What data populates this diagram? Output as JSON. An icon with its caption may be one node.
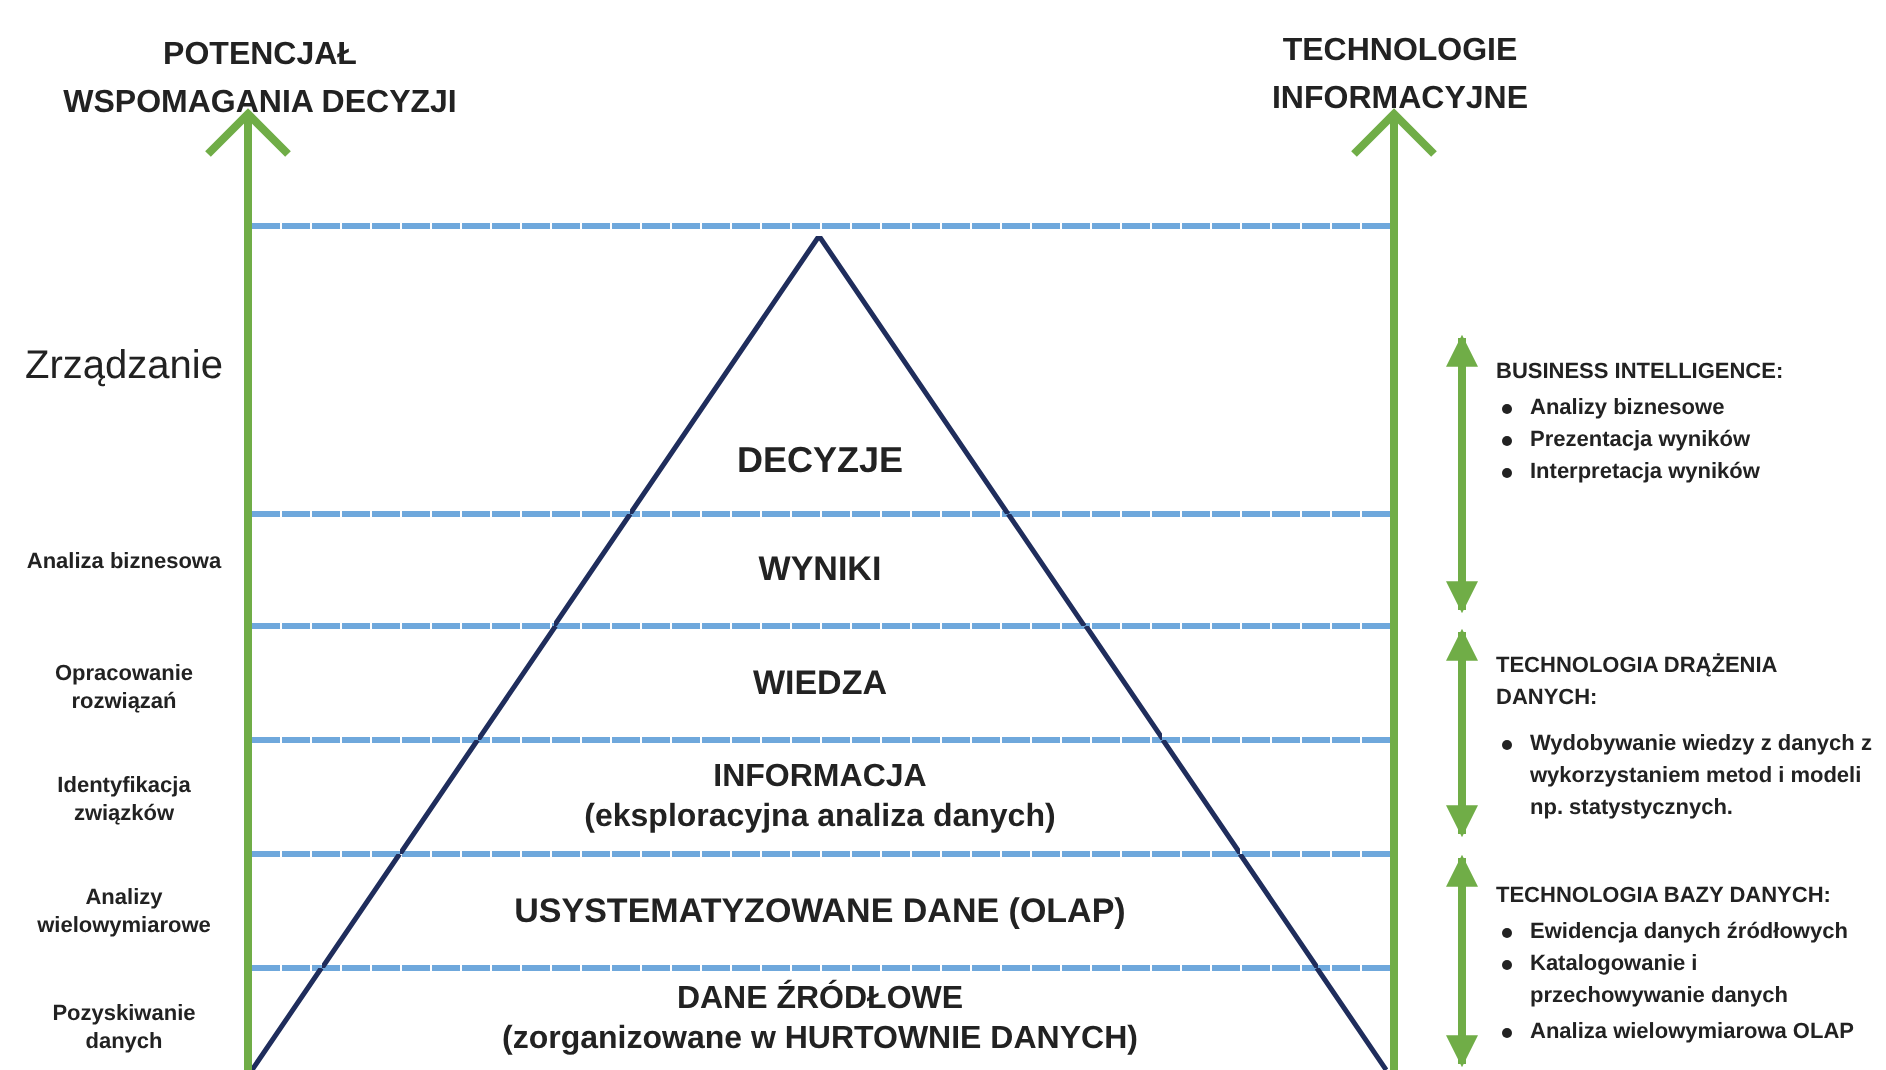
{
  "diagram": {
    "nodes": [
      {
        "text": [
          "DECYZJE"
        ]
      },
      {
        "text": [
          "WYNIKI"
        ]
      },
      {
        "text": [
          "WIEDZA"
        ]
      },
      {
        "text": [
          "INFORMACJA",
          "(eksploracyjna analiza danych)"
        ]
      },
      {
        "text": [
          "USYSTEMATYZOWANE DANE (OLAP)"
        ]
      },
      {
        "text": [
          "DANE ŹRÓDŁOWE",
          "(zorganizowane w HURTOWNIE DANYCH)"
        ]
      }
    ],
    "labels": [
      "POTENCJAŁ WSPOMAGANIA DECYZJI",
      "TECHNOLOGIE INFORMACYJNE",
      "Zrządzanie",
      "Analiza biznesowa",
      "Opracowanie rozwiązań",
      "Identyfikacja związków",
      "Analizy wielowymiarowe",
      "Pozyskiwanie danych",
      "BUSINESS INTELLIGENCE:",
      "Analizy biznesowe",
      "Prezentacja wyników",
      "Interpretacja wyników",
      "TECHNOLOGIA DRĄŻENIA DANYCH:",
      "Wydobywanie wiedzy z danych z wykorzystaniem metod i modeli np. statystycznych.",
      "TECHNOLOGIA BAZY DANYCH:",
      "Ewidencja danych źródłowych",
      "Katalogowanie i przechowywanie danych",
      "Analiza wielowymiarowa OLAP"
    ]
  }
}
